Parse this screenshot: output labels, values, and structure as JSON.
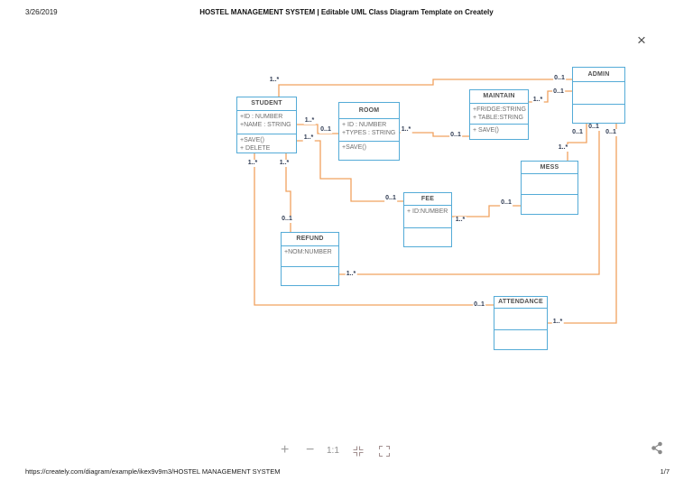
{
  "header": {
    "date": "3/26/2019",
    "title": "HOSTEL MANAGEMENT SYSTEM | Editable UML Class Diagram Template on Creately"
  },
  "footer": {
    "url": "https://creately.com/diagram/example/ikex9v9m3/HOSTEL MANAGEMENT SYSTEM",
    "page": "1/7"
  },
  "viewer": {
    "close": "×",
    "zoom_in": "+",
    "zoom_out": "−",
    "zoom_ratio": "1:1",
    "icons": [
      "close-icon",
      "zoom-in-icon",
      "zoom-out-icon",
      "fit-screen-icon",
      "fullscreen-icon",
      "share-icon"
    ]
  },
  "diagram": {
    "colors": {
      "box_border": "#54abd7",
      "connector": "#f0a25f"
    },
    "mult": {
      "one_many": "1..*",
      "zero_one": "0..1"
    },
    "classes": [
      {
        "name": "STUDENT",
        "attributes": [
          "+ID : NUMBER",
          "+NAME : STRING"
        ],
        "methods": [
          "+SAVE()",
          "+ DELETE"
        ]
      },
      {
        "name": "ROOM",
        "attributes": [
          "+ ID : NUMBER",
          "+TYPES : STRING"
        ],
        "methods": [
          "+SAVE()"
        ]
      },
      {
        "name": "MAINTAIN",
        "attributes": [
          "+FRIDGE:STRING",
          "+ TABLE:STRING"
        ],
        "methods": [
          "+ SAVE()"
        ]
      },
      {
        "name": "ADMIN",
        "attributes": [],
        "methods": []
      },
      {
        "name": "MESS",
        "attributes": [],
        "methods": []
      },
      {
        "name": "FEE",
        "attributes": [
          "+ ID:NUMBER"
        ],
        "methods": []
      },
      {
        "name": "REFUND",
        "attributes": [
          "+NOM:NUMBER"
        ],
        "methods": []
      },
      {
        "name": "ATTENDANCE",
        "attributes": [],
        "methods": []
      }
    ]
  }
}
